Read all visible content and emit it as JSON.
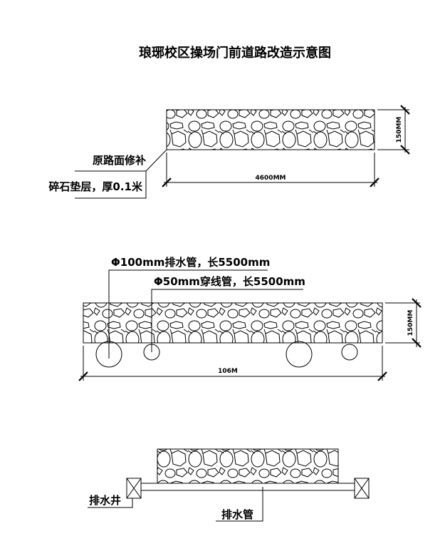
{
  "title": "琅琊校区操场门前道路改造示意图",
  "section1": {
    "width_dim": "4600MM",
    "height_dim": "150MM",
    "label_repair": "原路面修补",
    "label_layer": "碎石垫层，厚0.1米"
  },
  "section2": {
    "width_dim": "106M",
    "height_dim": "150MM",
    "label_drain_pipe": "Φ100mm排水管，长5500mm",
    "label_conduit": "Φ50mm穿线管，长5500mm"
  },
  "section3": {
    "label_well": "排水井",
    "label_pipe": "排水管"
  },
  "colors": {
    "line": "#000000",
    "background": "#ffffff"
  }
}
